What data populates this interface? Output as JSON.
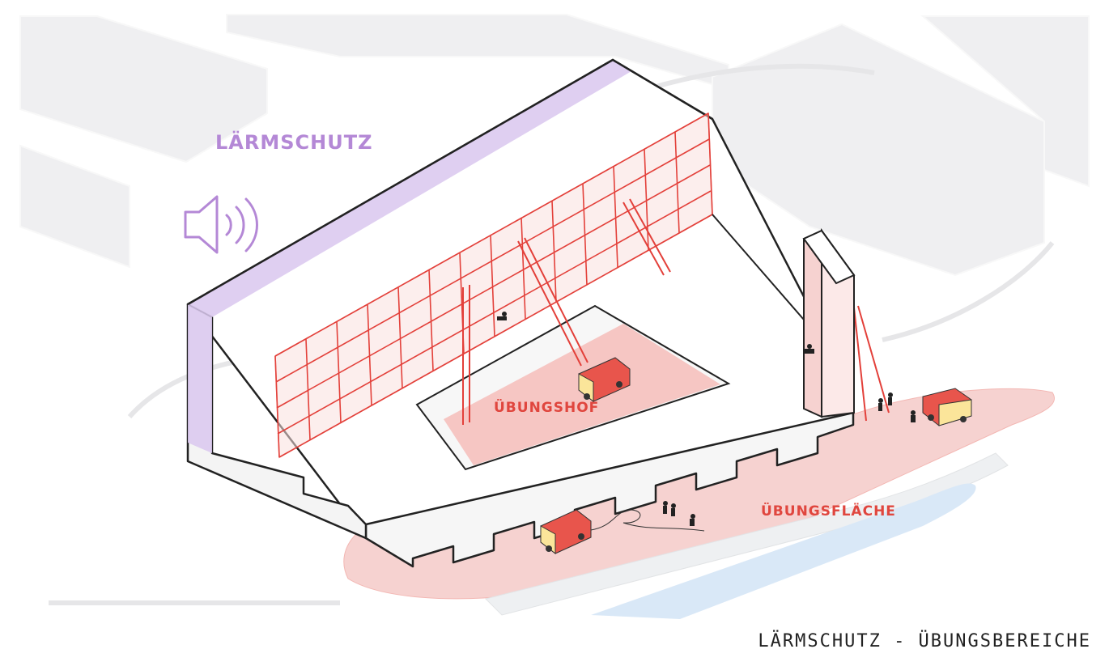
{
  "labels": {
    "noise_protection": "LÄRMSCHUTZ",
    "training_yard": "ÜBUNGSHOF",
    "training_area": "ÜBUNGSFLÄCHE"
  },
  "caption": "LÄRMSCHUTZ - ÜBUNGSBEREICHE",
  "icons": {
    "speaker": "speaker-icon"
  },
  "colors": {
    "noise": "#b488d6",
    "training": "#e0463e",
    "training_fill": "#f5c9c6",
    "water": "#d9e8f7",
    "context": "#f1f1f3"
  }
}
